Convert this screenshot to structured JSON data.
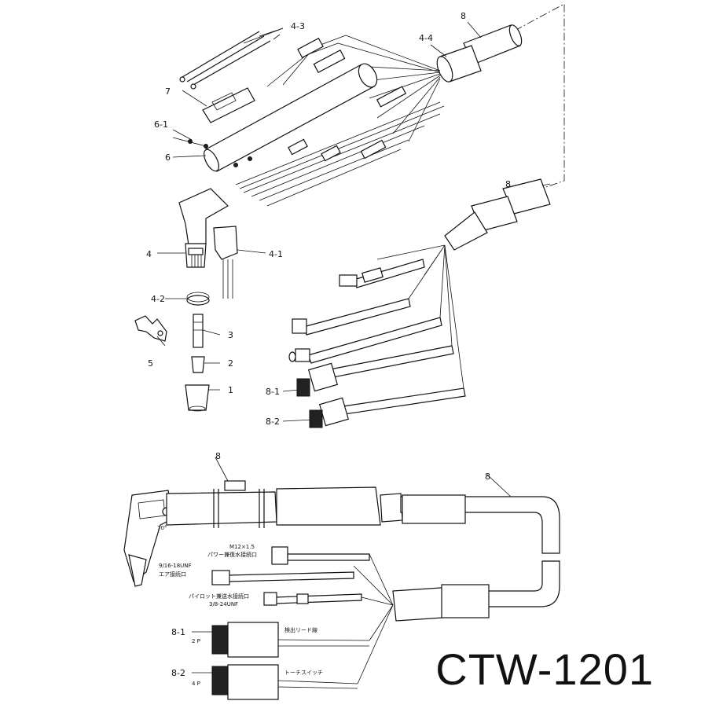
{
  "model": "CTW-1201",
  "labels": {
    "l8a": "8",
    "l4_4": "4-4",
    "l4_3": "4-3",
    "l7": "7",
    "l6_1": "6-1",
    "l6": "6",
    "l8b": "8",
    "l4": "4",
    "l4_1": "4-1",
    "l4_2": "4-2",
    "l3": "3",
    "l5": "5",
    "l2": "2",
    "l1": "1",
    "l8_1": "8-1",
    "l8_2": "8-2",
    "l8c": "8",
    "l8d": "8",
    "l8_1b": "8-1",
    "l8_2b": "8-2"
  },
  "annotations": {
    "m12": "M12×1.5",
    "power_water": "パワー兼復水接続口",
    "unf_916": "9/16-18UNF",
    "air_port": "エア接続口",
    "pilot_water": "パイロット兼送水接続口",
    "unf_38": "3/8-24UNF",
    "detect_lead": "検出リード線",
    "torch_switch": "トーチスイッチ",
    "p2": "2 P",
    "p4": "4 P",
    "angle": "70°"
  }
}
